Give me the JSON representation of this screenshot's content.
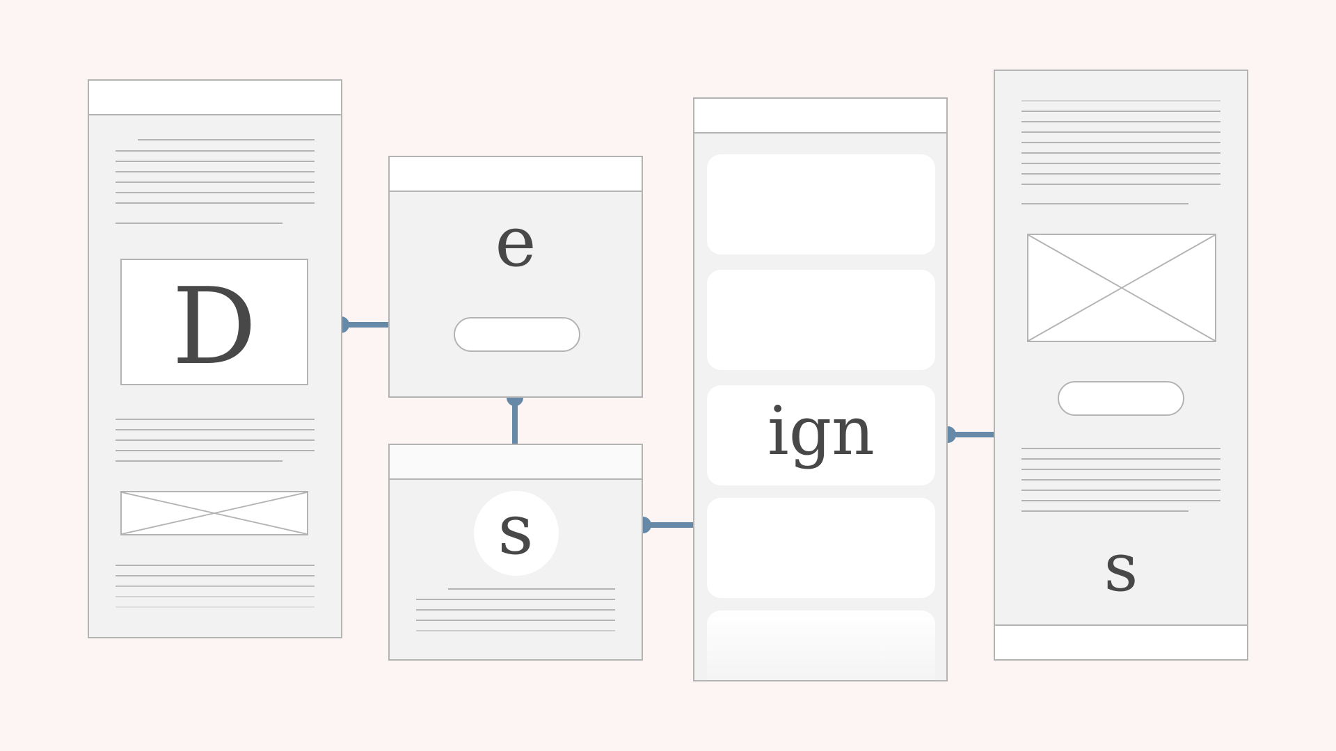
{
  "colors": {
    "background": "#fdf5f3",
    "panel": "#f2f2f2",
    "border": "#b3b3b3",
    "connector": "#6589a6",
    "glyph": "#484848"
  },
  "letters": {
    "panel1": "D",
    "panel2": "e",
    "panel3": "s",
    "panel4": "ign",
    "panel5": "s"
  }
}
